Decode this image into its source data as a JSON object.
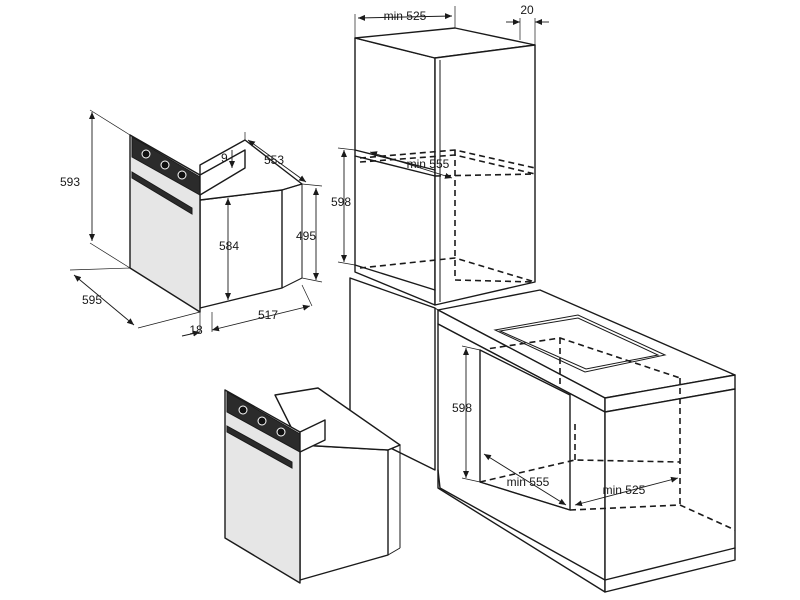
{
  "labels": {
    "oven_height": "593",
    "oven_width": "595",
    "front_depth": "18",
    "body_depth": "517",
    "total_depth": "553",
    "panel_offset": "9",
    "body_height": "584",
    "rear_height": "495",
    "column_min_width": "min 525",
    "column_gap": "20",
    "column_min_depth": "min 555",
    "column_niche_height": "598",
    "counter_niche_height": "598",
    "counter_min_depth": "min 555",
    "counter_min_width": "min 525"
  },
  "colors": {
    "line": "#1a1a1a",
    "oven_front": "#e6e6e6",
    "control_panel": "#2b2b2b"
  },
  "icons": {
    "oven": "oven-appliance",
    "arrow": "dimension-arrow"
  }
}
